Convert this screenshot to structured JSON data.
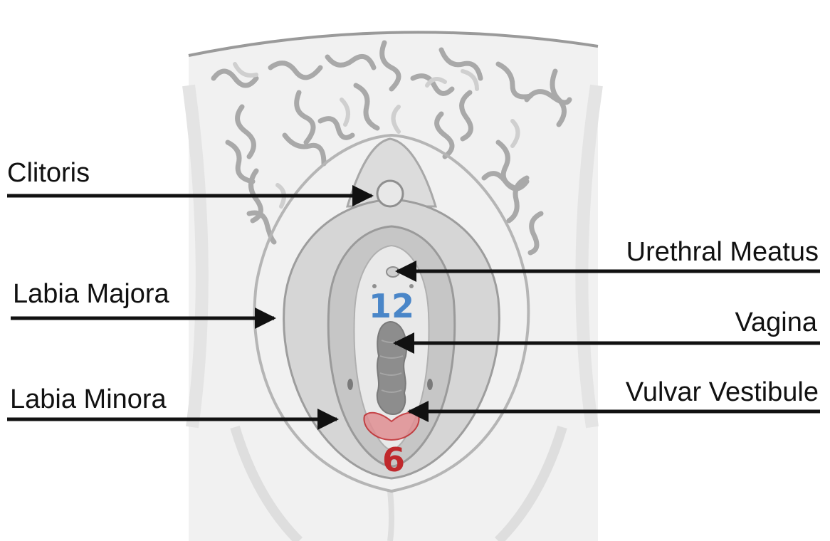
{
  "labels": {
    "clitoris": "Clitoris",
    "labia_majora": "Labia Majora",
    "labia_minora": "Labia Minora",
    "urethral_meatus": "Urethral Meatus",
    "vagina": "Vagina",
    "vulvar_vestibule": "Vulvar Vestibule"
  },
  "clock_marks": {
    "twelve": "12",
    "six": "6"
  },
  "colors": {
    "twelve_mark": "#4a86c8",
    "six_mark": "#c0282c",
    "vestibule_highlight": "#e08f93",
    "skin_light": "#f1f1f1",
    "skin_mid": "#d9d9d9",
    "skin_dark": "#9a9a9a",
    "hair": "#a9a9a9",
    "label_text": "#111111"
  }
}
